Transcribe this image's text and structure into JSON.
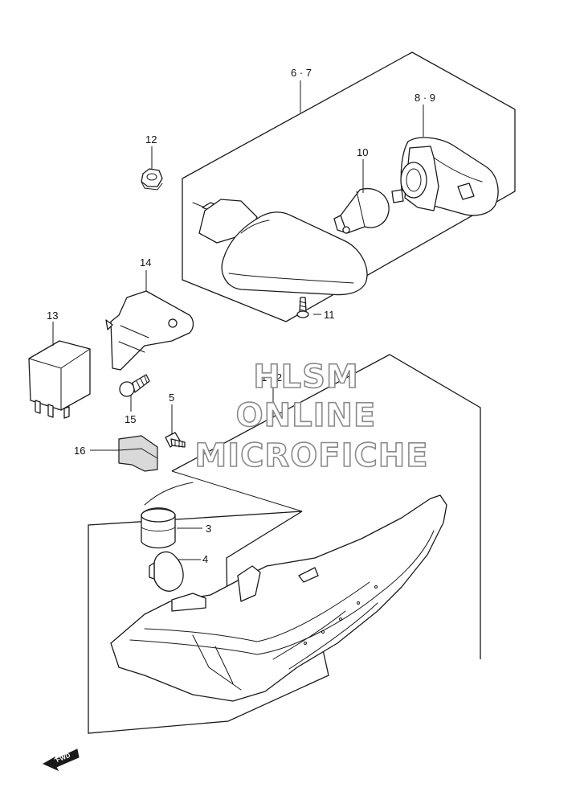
{
  "labels": {
    "l67": "6 · 7",
    "l89": "8 · 9",
    "l10": "10",
    "l11": "11",
    "l12": "12",
    "l14": "14",
    "l13": "13",
    "l15": "15",
    "l5": "5",
    "l16": "16",
    "l3": "3",
    "l4": "4",
    "l1_2": "1 · 2"
  },
  "watermark": {
    "line1": "HLSM",
    "line2": "ONLINE",
    "line3": "MICROFICHE"
  },
  "fwd_badge": "FWD",
  "icons": {
    "fwd_arrow": "fwd-arrow-icon"
  }
}
